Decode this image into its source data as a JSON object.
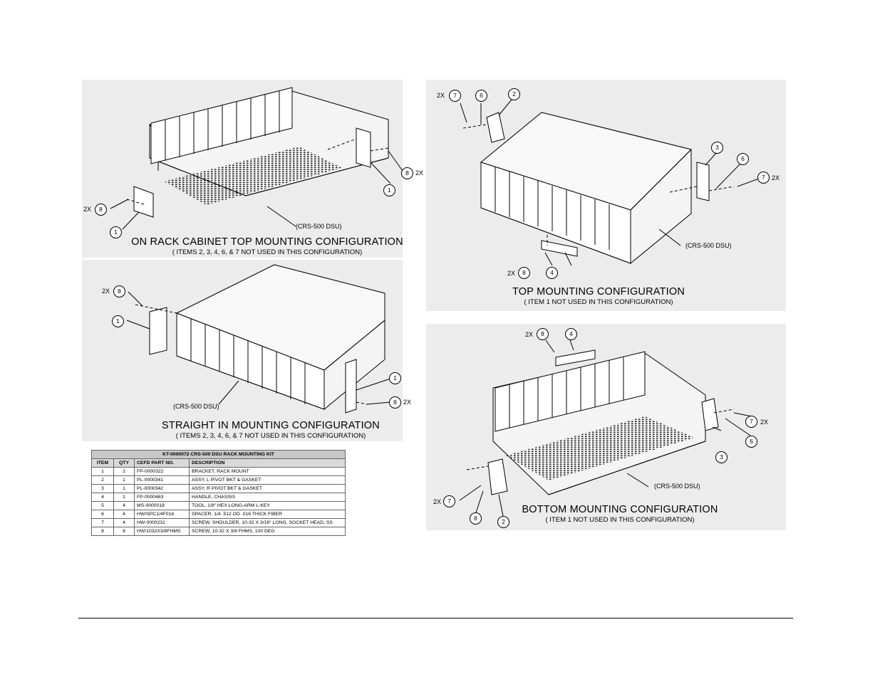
{
  "configs": {
    "on_rack": {
      "title": "ON RACK CABINET TOP MOUNTING CONFIGURATION",
      "subtitle": "( ITEMS 2, 3, 4, 6, & 7 NOT USED IN THIS CONFIGURATION)",
      "unit_label": "(CRS-500 DSU)"
    },
    "straight_in": {
      "title": "STRAIGHT IN MOUNTING CONFIGURATION",
      "subtitle": "( ITEMS 2, 3, 4, 6, & 7 NOT USED IN THIS CONFIGURATION)",
      "unit_label": "(CRS-500 DSU)"
    },
    "top": {
      "title": "TOP MOUNTING CONFIGURATION",
      "subtitle": "( ITEM 1 NOT USED IN THIS CONFIGURATION)",
      "unit_label": "(CRS-500 DSU)"
    },
    "bottom": {
      "title": "BOTTOM MOUNTING CONFIGURATION",
      "subtitle": "( ITEM 1 NOT USED IN THIS CONFIGURATION)",
      "unit_label": "(CRS-500 DSU)"
    }
  },
  "callouts": {
    "n1": "1",
    "n2": "2",
    "n3": "3",
    "n4": "4",
    "n6": "6",
    "n7": "7",
    "n8": "8",
    "mult": "2X"
  },
  "kit_table": {
    "caption": "KT-0000072 CRS-500 DSU RACK MOUNTING KIT",
    "headers": [
      "ITEM",
      "QTY",
      "CEFD PART NO.",
      "DESCRIPTION"
    ],
    "rows": [
      [
        "1",
        "2",
        "FP-0000322",
        "BRACKET, RACK MOUNT"
      ],
      [
        "2",
        "1",
        "PL-0000341",
        "ASSY, L PIVOT BKT & GASKET"
      ],
      [
        "3",
        "1",
        "PL-0000342",
        "ASSY, R PIVOT BKT & GASKET"
      ],
      [
        "4",
        "1",
        "FP-0000463",
        "HANDLE, CHASSIS"
      ],
      [
        "5",
        "4",
        "MS-0000018",
        "TOOL, 1/8\" HEX LONG-ARM L-KEY"
      ],
      [
        "6",
        "4",
        "HW/SPC1/4F016",
        "SPACER, 1/4 .512 OD .016 THICK FIBER"
      ],
      [
        "7",
        "4",
        "HW-0000231",
        "SCREW, SHOULDER, 10-32 X 3/16\" LONG, SOCKET HEAD, SS"
      ],
      [
        "8",
        "8",
        "HW/1032X3/8FHMS",
        "SCREW, 10-32 X 3/8 FHMS, 100 DEG"
      ]
    ]
  }
}
